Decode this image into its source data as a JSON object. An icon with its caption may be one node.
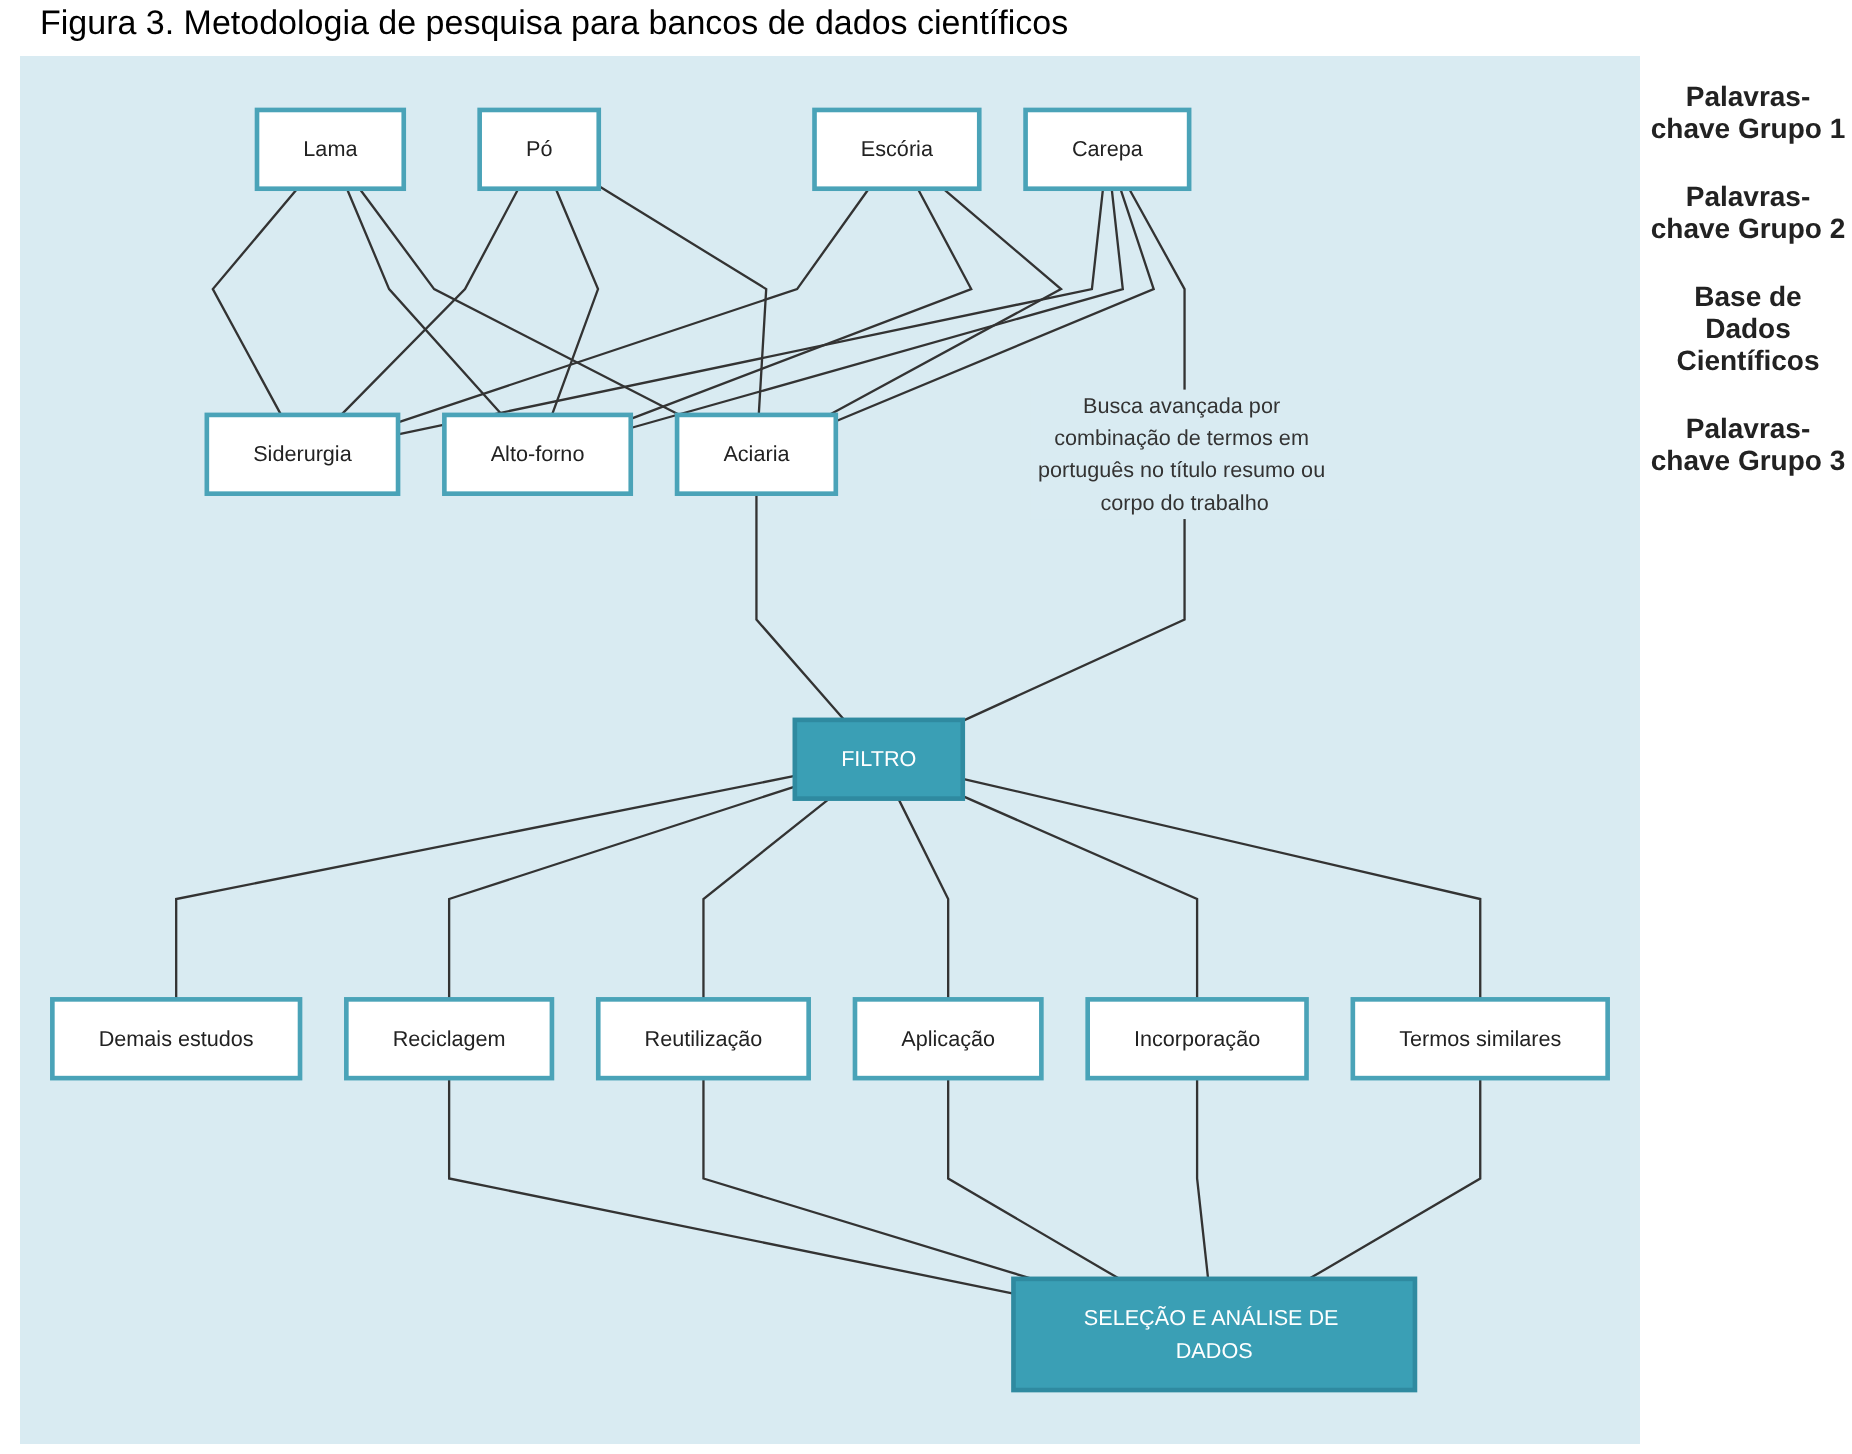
{
  "diagram": {
    "title": "Figura 3. Metodologia de pesquisa para bancos de dados científicos",
    "nodes": [
      {
        "text": [
          "Lama"
        ]
      },
      {
        "text": [
          "Pó"
        ]
      },
      {
        "text": [
          "Escória"
        ]
      },
      {
        "text": [
          "Carepa"
        ]
      },
      {
        "text": [
          "Siderurgia"
        ]
      },
      {
        "text": [
          "Alto-forno"
        ]
      },
      {
        "text": [
          "Aciaria"
        ]
      },
      {
        "text": [
          "FILTRO"
        ]
      },
      {
        "text": [
          "Demais estudos"
        ]
      },
      {
        "text": [
          "Reciclagem"
        ]
      },
      {
        "text": [
          "Reutilização"
        ]
      },
      {
        "text": [
          "Aplicação"
        ]
      },
      {
        "text": [
          "Incorporação"
        ]
      },
      {
        "text": [
          "Termos similares"
        ]
      },
      {
        "text": [
          "SELEÇÃO E ANÁLISE DE DADOS"
        ]
      }
    ],
    "edges": [
      {
        "from": 0,
        "to": 4,
        "arrow": "none"
      },
      {
        "from": 0,
        "to": 5,
        "arrow": "none"
      },
      {
        "from": 0,
        "to": 6,
        "arrow": "none"
      },
      {
        "from": 1,
        "to": 4,
        "arrow": "none"
      },
      {
        "from": 1,
        "to": 5,
        "arrow": "none"
      },
      {
        "from": 1,
        "to": 6,
        "arrow": "none"
      },
      {
        "from": 2,
        "to": 4,
        "arrow": "none"
      },
      {
        "from": 2,
        "to": 5,
        "arrow": "none"
      },
      {
        "from": 2,
        "to": 6,
        "arrow": "none"
      },
      {
        "from": 3,
        "to": 4,
        "arrow": "none"
      },
      {
        "from": 3,
        "to": 5,
        "arrow": "none"
      },
      {
        "from": 3,
        "to": 6,
        "arrow": "none"
      },
      {
        "from": 3,
        "to": 7,
        "arrow": "none",
        "label": "Busca avançada por combinação de termos em português no título resumo ou corpo do trabalho"
      },
      {
        "from": 6,
        "to": 7,
        "arrow": "none"
      },
      {
        "from": 7,
        "to": 8,
        "arrow": "none"
      },
      {
        "from": 7,
        "to": 9,
        "arrow": "none"
      },
      {
        "from": 7,
        "to": 10,
        "arrow": "none"
      },
      {
        "from": 7,
        "to": 11,
        "arrow": "none"
      },
      {
        "from": 7,
        "to": 12,
        "arrow": "none"
      },
      {
        "from": 7,
        "to": 13,
        "arrow": "none"
      },
      {
        "from": 9,
        "to": 14,
        "arrow": "none"
      },
      {
        "from": 10,
        "to": 14,
        "arrow": "none"
      },
      {
        "from": 11,
        "to": 14,
        "arrow": "none"
      },
      {
        "from": 12,
        "to": 14,
        "arrow": "none"
      },
      {
        "from": 13,
        "to": 14,
        "arrow": "none"
      }
    ],
    "labels": [
      "Palavras-chave Grupo 1",
      "Palavras-chave Grupo 2",
      "Base de Dados Científicos",
      "Palavras-chave Grupo 3"
    ]
  }
}
